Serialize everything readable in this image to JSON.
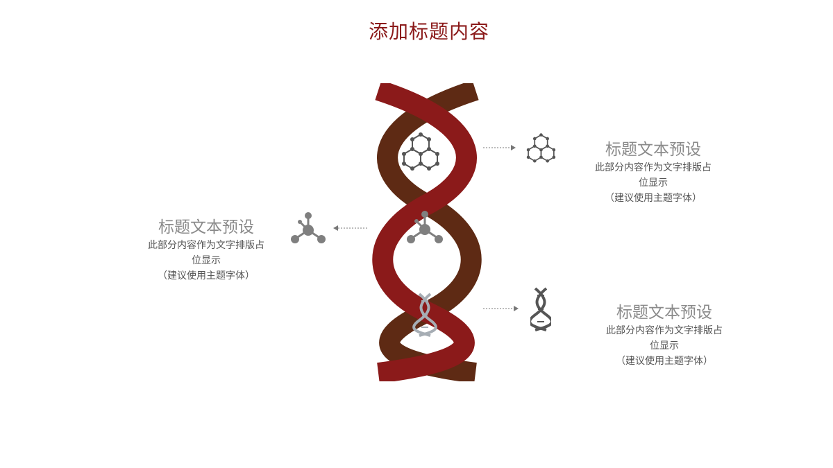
{
  "slide": {
    "title": "添加标题内容"
  },
  "items": [
    {
      "icon": "molecule-hexagon-icon",
      "title": "标题文本预设",
      "body_line1": "此部分内容作为文字排版占",
      "body_line2": "位显示",
      "body_line3": "（建议使用主题字体）"
    },
    {
      "icon": "molecule-node-icon",
      "title": "标题文本预设",
      "body_line1": "此部分内容作为文字排版占",
      "body_line2": "位显示",
      "body_line3": "（建议使用主题字体）"
    },
    {
      "icon": "dna-icon",
      "title": "标题文本预设",
      "body_line1": "此部分内容作为文字排版占",
      "body_line2": "位显示",
      "body_line3": "（建议使用主题字体）"
    }
  ],
  "colors": {
    "strand_red": "#8b1a1a",
    "strand_brown": "#5e2a14",
    "title": "#8b1a1a",
    "icon_gray": "#7f7f7f"
  }
}
